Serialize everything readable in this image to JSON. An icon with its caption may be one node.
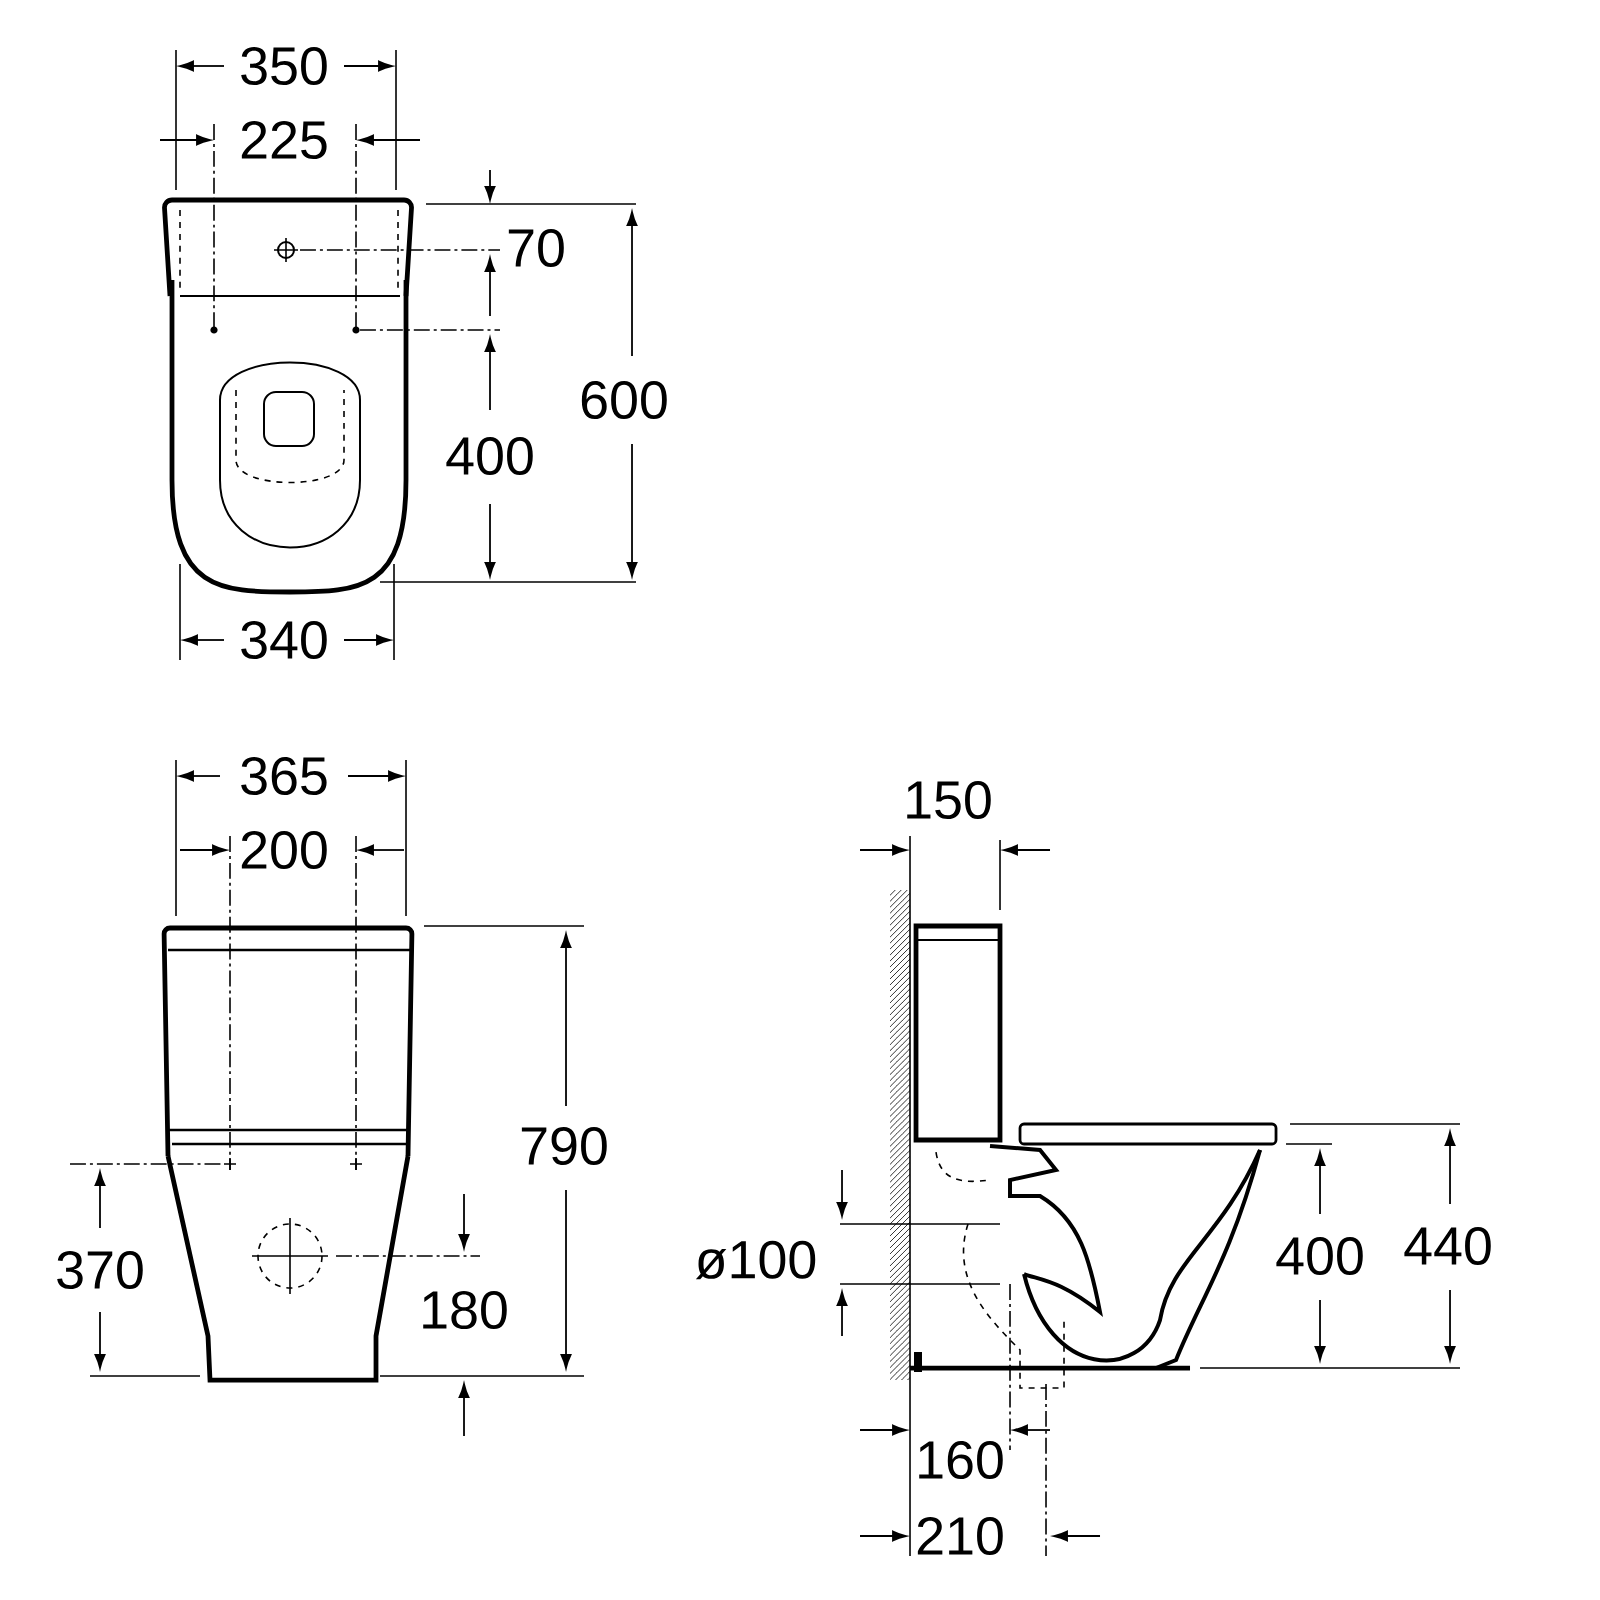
{
  "diagram": {
    "labels": [
      "350",
      "225",
      "70",
      "600",
      "400",
      "340",
      "365",
      "200",
      "150",
      "790",
      "370",
      "180",
      "ø100",
      "400",
      "440",
      "160",
      "210"
    ]
  }
}
